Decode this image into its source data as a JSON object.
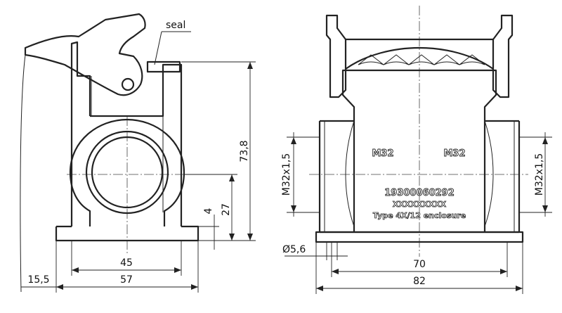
{
  "labels": {
    "seal": "seal",
    "dim_15_5": "15,5",
    "dim_57": "57",
    "dim_45": "45",
    "dim_73_8": "73,8",
    "dim_27": "27",
    "dim_4": "4",
    "thread_left": "M32x1,5",
    "thread_right": "M32x1,5",
    "hole_dia": "Ø5,6",
    "dim_70": "70",
    "dim_82": "82"
  },
  "marking": {
    "entry_left": "M32",
    "entry_right": "M32",
    "part_number": "19300060292",
    "serial": "XXXXXXXXX",
    "type": "Type 4X/12 enclosure"
  }
}
